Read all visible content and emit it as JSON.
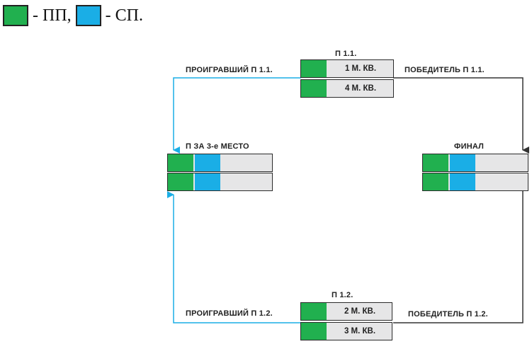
{
  "legend": {
    "items": [
      {
        "color": "#21b04f",
        "text": "- ПП,"
      },
      {
        "color": "#1aaee6",
        "text": "- СП."
      }
    ]
  },
  "colors": {
    "green": "#21b04f",
    "blue": "#1aaee6",
    "slot_fill": "#e6e6e7",
    "arrow_dark": "#333333",
    "arrow_blue": "#1aaee6"
  },
  "match_1_1": {
    "title": "П 1.1.",
    "slot_top": "1 М. КВ.",
    "slot_bottom": "4 М. КВ.",
    "loser_label": "ПРОИГРАВШИЙ П 1.1.",
    "winner_label": "ПОБЕДИТЕЛЬ П 1.1."
  },
  "match_1_2": {
    "title": "П 1.2.",
    "slot_top": "2 М. КВ.",
    "slot_bottom": "3 М. КВ.",
    "loser_label": "ПРОИГРАВШИЙ П 1.2.",
    "winner_label": "ПОБЕДИТЕЛЬ П 1.2."
  },
  "third_place": {
    "title": "П ЗА 3-е МЕСТО"
  },
  "final": {
    "title": "ФИНАЛ"
  }
}
